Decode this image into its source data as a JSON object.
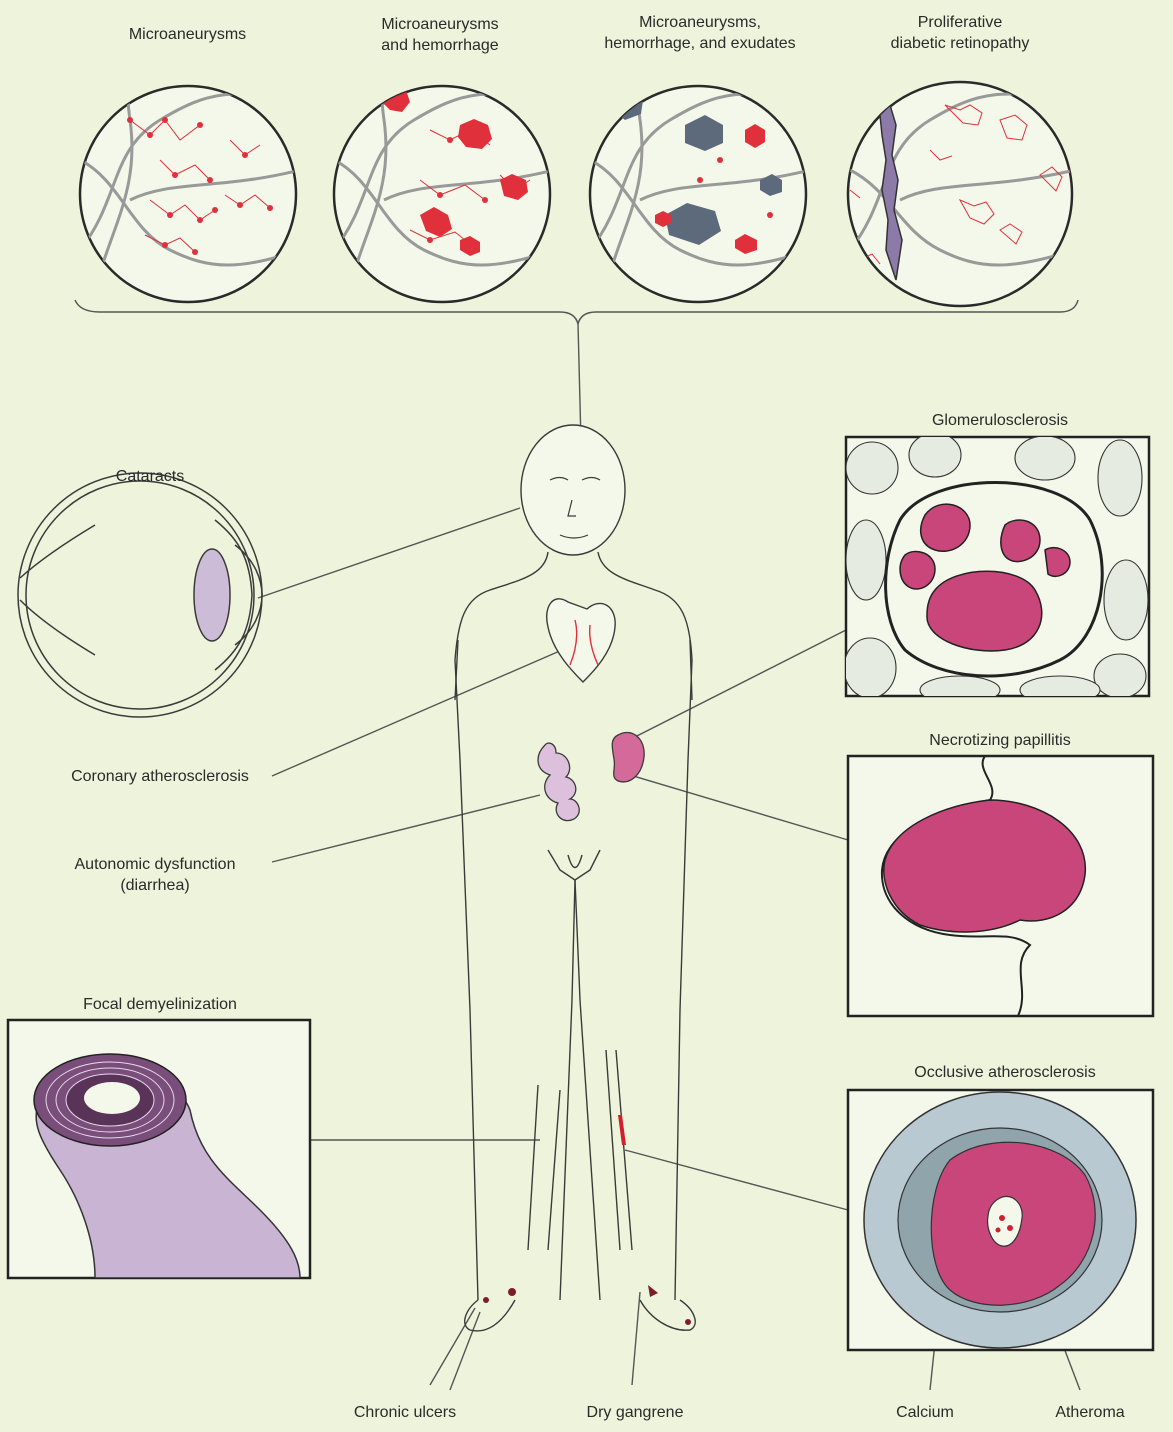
{
  "retina_panels": {
    "microaneurysms": {
      "line1": "Microaneurysms"
    },
    "hemorrhage": {
      "line1": "Microaneurysms",
      "line2": "and hemorrhage"
    },
    "exudates": {
      "line1": "Microaneurysms,",
      "line2": "hemorrhage, and exudates"
    },
    "proliferative": {
      "line1": "Proliferative",
      "line2": "diabetic retinopathy"
    }
  },
  "labels": {
    "cataracts": "Cataracts",
    "coronary": "Coronary atherosclerosis",
    "autonomic_line1": "Autonomic dysfunction",
    "autonomic_line2": "(diarrhea)",
    "focal": "Focal demyelinization",
    "glomerulo": "Glomerulosclerosis",
    "papillitis": "Necrotizing papillitis",
    "occlusive": "Occlusive atherosclerosis",
    "chronic_ulcers": "Chronic ulcers",
    "dry_gangrene": "Dry gangrene",
    "calcium": "Calcium",
    "atheroma": "Atheroma"
  },
  "colors": {
    "background": "#eef4dc",
    "line": "#3a3a3a",
    "hemorrhage_red": "#e0303c",
    "tissue_magenta": "#c9467a",
    "lens_lilac": "#cdbcd8",
    "nerve_lilac": "#c9b4d3",
    "vessel_wall": "#b9c9d2"
  }
}
